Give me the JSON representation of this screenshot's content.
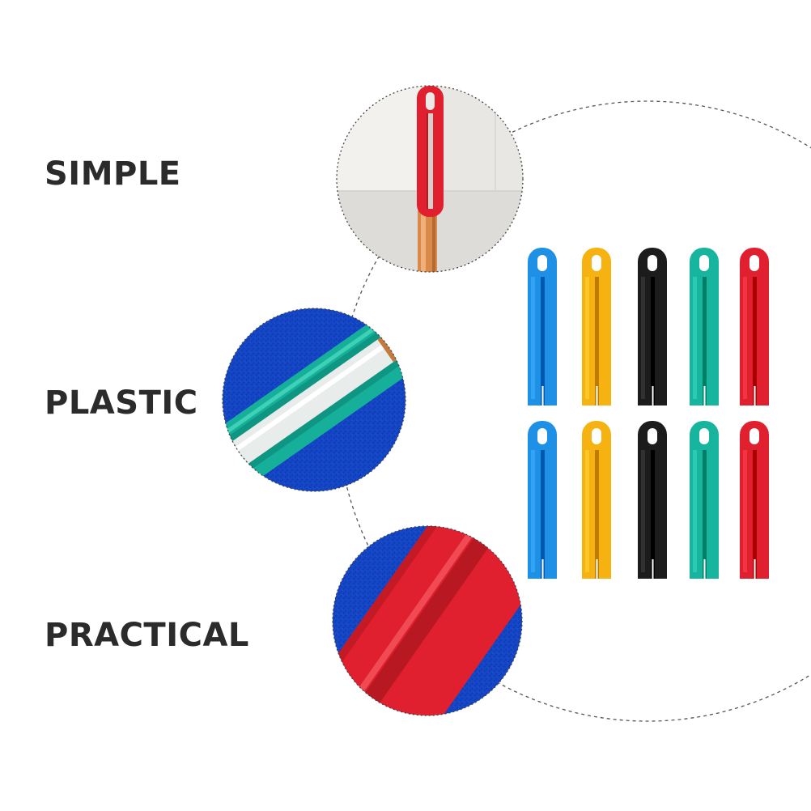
{
  "features": [
    {
      "label": "SIMPLE"
    },
    {
      "label": "PLASTIC"
    },
    {
      "label": "PRACTICAL"
    }
  ],
  "colors": {
    "text": "#2b2b2b",
    "dashed_line": "#555555",
    "clip_blue": "#1e90e6",
    "clip_yellow": "#f5b210",
    "clip_black": "#1c1c1c",
    "clip_teal": "#17b59e",
    "clip_red": "#e0202e",
    "fabric_blue": "#1446c8",
    "copper": "#d98a4a"
  },
  "product_grid": {
    "rows": [
      [
        "clip_blue",
        "clip_yellow",
        "clip_black",
        "clip_teal",
        "clip_red"
      ],
      [
        "clip_blue",
        "clip_yellow",
        "clip_black",
        "clip_teal",
        "clip_red"
      ]
    ]
  }
}
